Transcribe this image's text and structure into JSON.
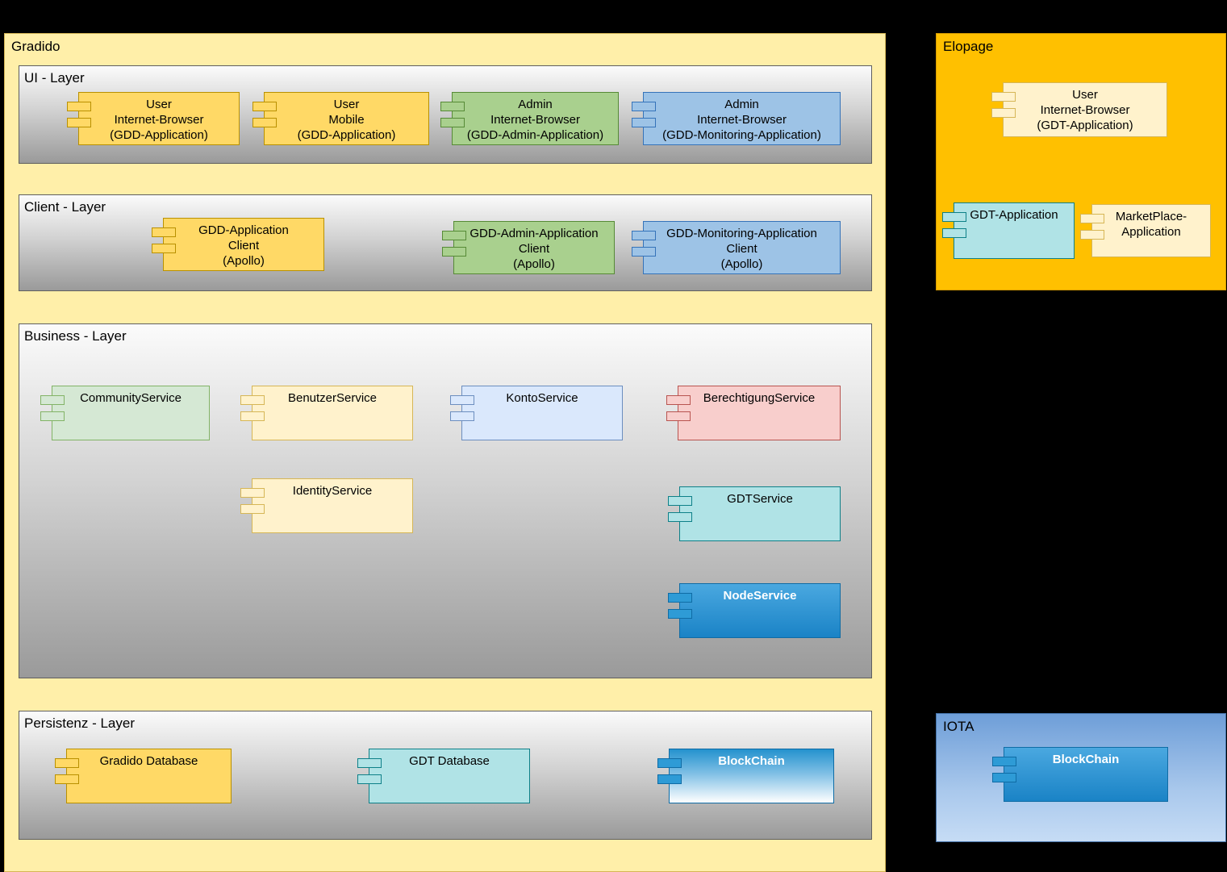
{
  "containers": {
    "gradido": {
      "label": "Gradido",
      "fill": "#FFEFA9"
    },
    "elopage": {
      "label": "Elopage",
      "fill": "#FFC000"
    },
    "iota": {
      "label": "IOTA",
      "fill": "#6E9ED8"
    }
  },
  "layers": {
    "ui": {
      "label": "UI - Layer"
    },
    "client": {
      "label": "Client - Layer"
    },
    "business": {
      "label": "Business - Layer"
    },
    "persistenz": {
      "label": "Persistenz - Layer"
    }
  },
  "components": {
    "ui_user_internet_browser": {
      "label": "User\nInternet-Browser\n(GDD-Application)",
      "fill": "#FFD966"
    },
    "ui_user_mobile": {
      "label": "User\nMobile\n(GDD-Application)",
      "fill": "#FFD966"
    },
    "ui_admin_internet_browser": {
      "label": "Admin\nInternet-Browser\n(GDD-Admin-Application)",
      "fill": "#A9D08E"
    },
    "ui_admin_monitoring": {
      "label": "Admin\nInternet-Browser\n(GDD-Monitoring-Application)",
      "fill": "#9DC3E6"
    },
    "client_gdd": {
      "label": "GDD-Application\nClient\n(Apollo)",
      "fill": "#FFD966"
    },
    "client_admin": {
      "label": "GDD-Admin-Application\nClient\n(Apollo)",
      "fill": "#A9D08E"
    },
    "client_monitoring": {
      "label": "GDD-Monitoring-Application\nClient\n(Apollo)",
      "fill": "#9DC3E6"
    },
    "community_service": {
      "label": "CommunityService",
      "fill": "#D5E8D4"
    },
    "benutzer_service": {
      "label": "BenutzerService",
      "fill": "#FFF2CC"
    },
    "konto_service": {
      "label": "KontoService",
      "fill": "#DAE8FC"
    },
    "berechtigung_service": {
      "label": "BerechtigungService",
      "fill": "#F8CECC"
    },
    "identity_service": {
      "label": "IdentityService",
      "fill": "#FFF2CC"
    },
    "gdt_service": {
      "label": "GDTService",
      "fill": "#B0E3E6"
    },
    "node_service": {
      "label": "NodeService",
      "fill": "#2E9BD6"
    },
    "gradido_database": {
      "label": "Gradido Database",
      "fill": "#FFD966"
    },
    "gdt_database": {
      "label": "GDT Database",
      "fill": "#B0E3E6"
    },
    "blockchain_persistenz": {
      "label": "BlockChain",
      "fill": "#2E9BD6"
    },
    "elopage_user_browser": {
      "label": "User\nInternet-Browser\n(GDT-Application)",
      "fill": "#FFF2CC"
    },
    "gdt_application": {
      "label": "GDT-Application",
      "fill": "#B0E3E6"
    },
    "marketplace_application": {
      "label": "MarketPlace-\nApplication",
      "fill": "#FFF2CC"
    },
    "iota_blockchain": {
      "label": "BlockChain",
      "fill": "#2E9BD6"
    }
  },
  "colors": {
    "background": "#000000",
    "container_yellow": "#FFEFA9",
    "container_orange": "#FFC000",
    "container_blue": "#6E9ED8",
    "layer_gradient_top": "#FBFBFB",
    "layer_gradient_bottom": "#9A9A9A",
    "comp_yellow": "#FFD966",
    "comp_pale_yellow": "#FFF2CC",
    "comp_green": "#A9D08E",
    "comp_pale_green": "#D5E8D4",
    "comp_blue": "#9DC3E6",
    "comp_pale_blue": "#DAE8FC",
    "comp_pink": "#F8CECC",
    "comp_teal": "#B0E3E6",
    "comp_solid_blue": "#2E9BD6"
  }
}
